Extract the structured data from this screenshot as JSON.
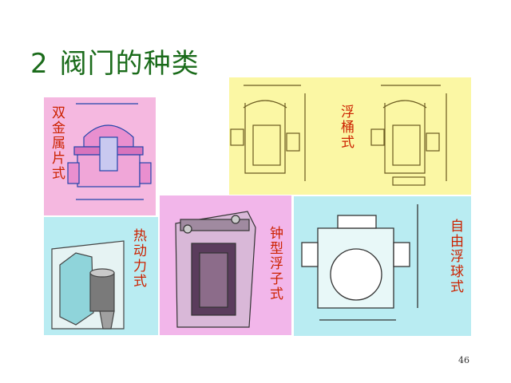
{
  "slide": {
    "title_number": "2",
    "title_text": "阀门的种类",
    "page_number": "46"
  },
  "panels": {
    "bimetal": {
      "label": "双金属片式",
      "bg": "#f5b8e0"
    },
    "float_bucket": {
      "label": "浮桶式",
      "bg": "#fbf7a4"
    },
    "thermodynamic": {
      "label": "热动力式",
      "bg": "#b9ecf2"
    },
    "inverted_bucket": {
      "label": "钟型浮子式",
      "bg": "#f2b6ea"
    },
    "free_float": {
      "label": "自由浮球式",
      "bg": "#b9ecf2"
    }
  },
  "colors": {
    "title": "#1a6b1a",
    "label": "#cc2200",
    "line": "#2244aa"
  }
}
